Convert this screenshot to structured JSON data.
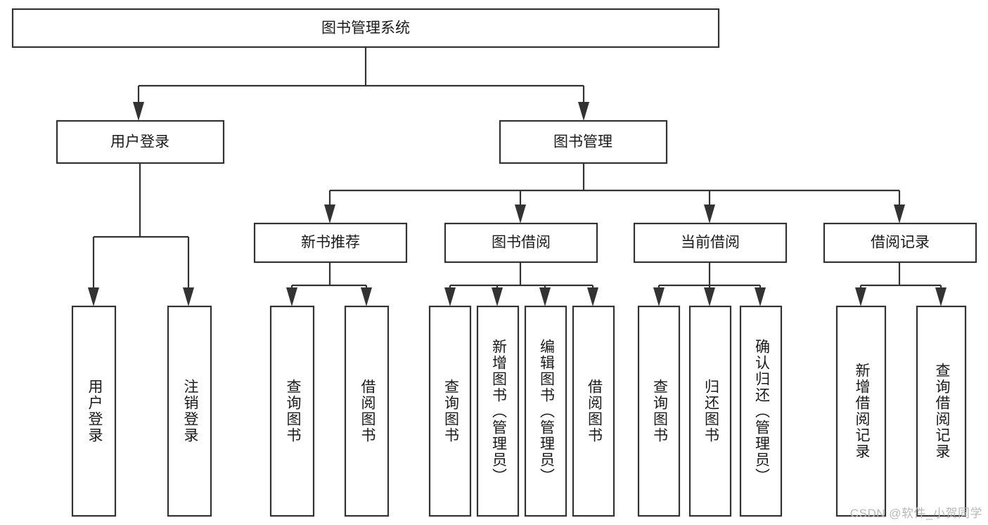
{
  "diagram": {
    "title": "图书管理系统",
    "type": "tree-hierarchy-diagram",
    "colors": {
      "box_stroke": "#333333",
      "box_fill": "#ffffff",
      "text": "#1a1a1a",
      "background": "#ffffff",
      "watermark": "#b9b9b9"
    },
    "root": {
      "label": "图书管理系统"
    },
    "level2": [
      {
        "label": "用户登录"
      },
      {
        "label": "图书管理"
      }
    ],
    "level3": [
      {
        "label": "新书推荐"
      },
      {
        "label": "图书借阅"
      },
      {
        "label": "当前借阅"
      },
      {
        "label": "借阅记录"
      }
    ],
    "leaves": {
      "user_login": [
        {
          "label": "用户登录"
        },
        {
          "label": "注销登录"
        }
      ],
      "new_book_recommend": [
        {
          "label": "查询图书"
        },
        {
          "label": "借阅图书"
        }
      ],
      "book_borrow": [
        {
          "label": "查询图书"
        },
        {
          "label": "新增图书（管理员）"
        },
        {
          "label": "编辑图书（管理员）"
        },
        {
          "label": "借阅图书"
        }
      ],
      "current_borrow": [
        {
          "label": "查询图书"
        },
        {
          "label": "归还图书"
        },
        {
          "label": "确认归还（管理员）"
        }
      ],
      "borrow_record": [
        {
          "label": "新增借阅记录"
        },
        {
          "label": "查询借阅记录"
        }
      ]
    }
  },
  "watermark": {
    "text": "CSDN @软件_小贺同学"
  }
}
